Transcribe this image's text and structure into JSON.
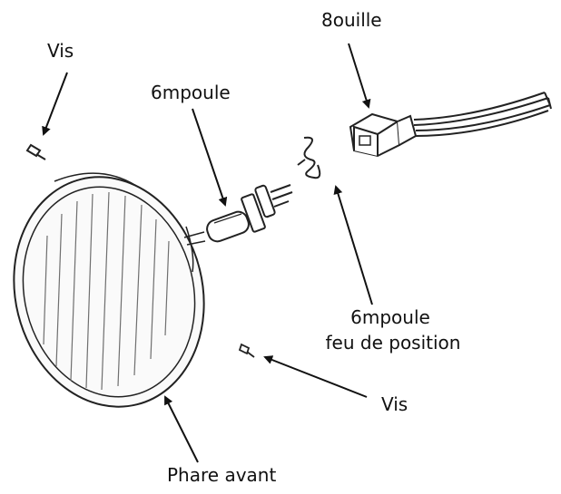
{
  "labels": {
    "vis_top": "Vis",
    "ampoule_top": "6mpoule",
    "douille": "8ouille",
    "ampoule_position_line1": "6mpoule",
    "ampoule_position_line2": "feu de position",
    "vis_bottom": "Vis",
    "phare": "Phare avant"
  },
  "colors": {
    "stroke": "#222222",
    "lens_lines": "#6f6f6f",
    "background": "#ffffff"
  },
  "icons": [
    "screw-icon",
    "headlight-icon",
    "bulb-icon",
    "socket-icon",
    "wire-icon",
    "spring-clip-icon",
    "arrow-icon"
  ]
}
